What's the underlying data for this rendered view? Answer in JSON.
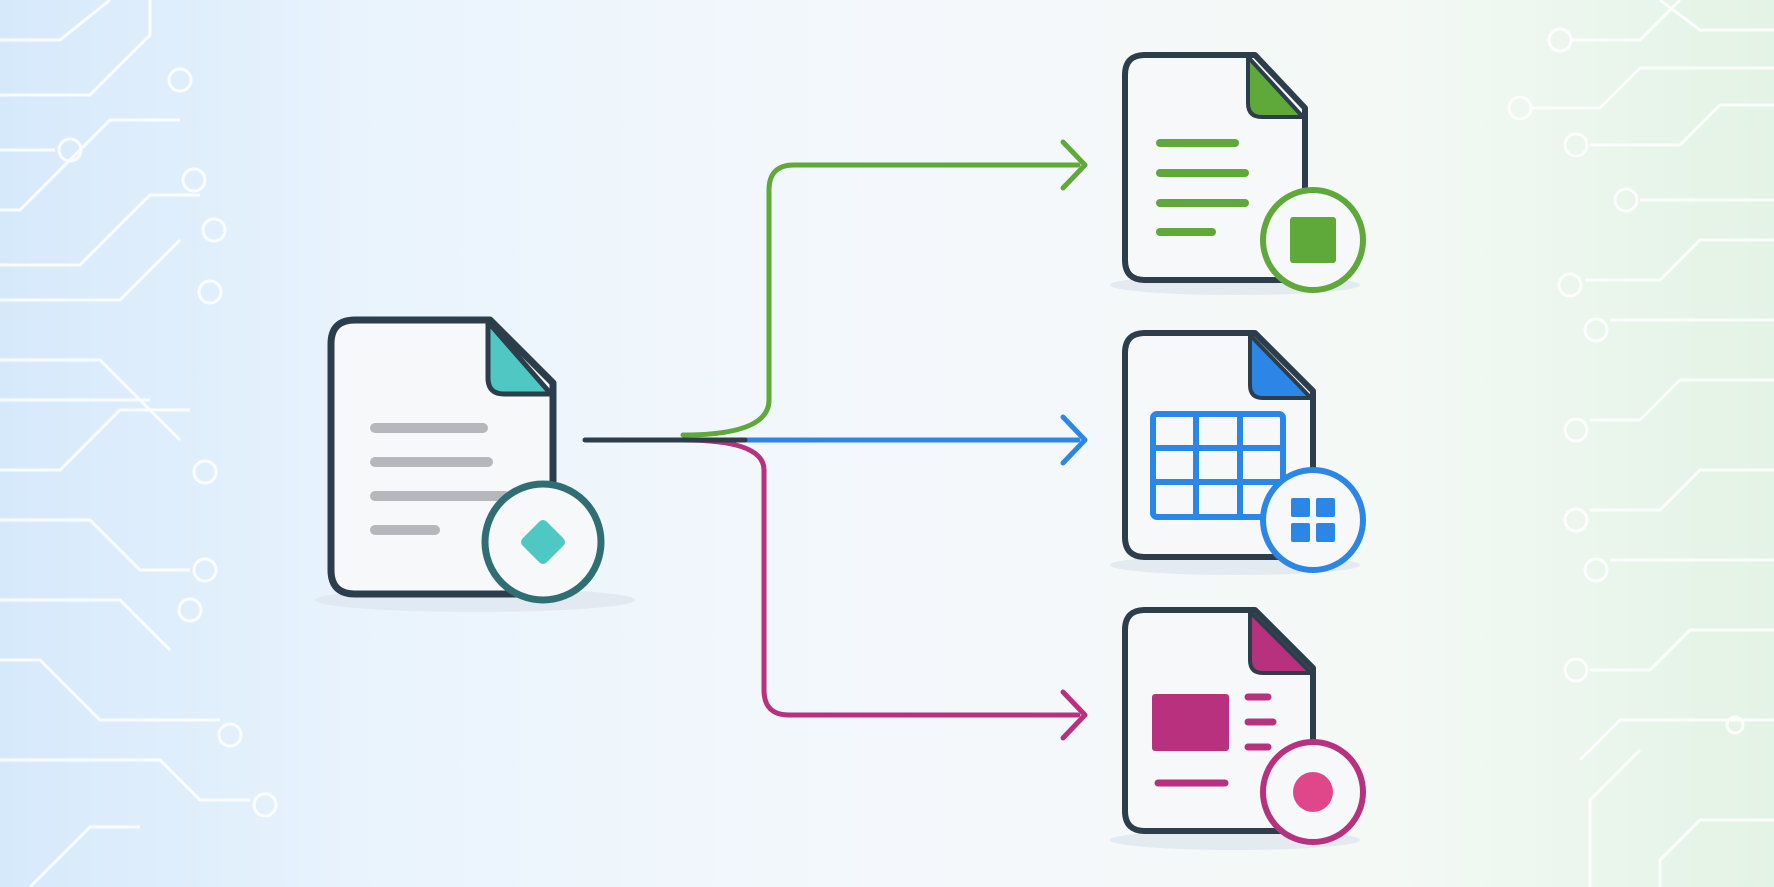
{
  "colors": {
    "background_left": "#d6e9fb",
    "background_right": "#e3f3e5",
    "outline": "#2c3e4c",
    "paper": "#f7f8fa",
    "source_accent": "#4fc7c2",
    "source_badge_ring": "#2f6f73",
    "text_lines_gray": "#b5b7ba",
    "green": "#5fa83a",
    "blue": "#2b86e6",
    "magenta": "#b8317f",
    "pink": "#e0478a"
  },
  "diagram": {
    "source": {
      "name": "source-document",
      "icon": "diamond-badge-icon",
      "accent": "teal"
    },
    "connector": "branching-arrows",
    "outputs": [
      {
        "name": "text-document",
        "icon": "square-badge-icon",
        "accent": "green",
        "content": "text-lines"
      },
      {
        "name": "spreadsheet-document",
        "icon": "grid-badge-icon",
        "accent": "blue",
        "content": "table-grid"
      },
      {
        "name": "layout-document",
        "icon": "circle-badge-icon",
        "accent": "magenta",
        "content": "image-and-text"
      }
    ]
  }
}
